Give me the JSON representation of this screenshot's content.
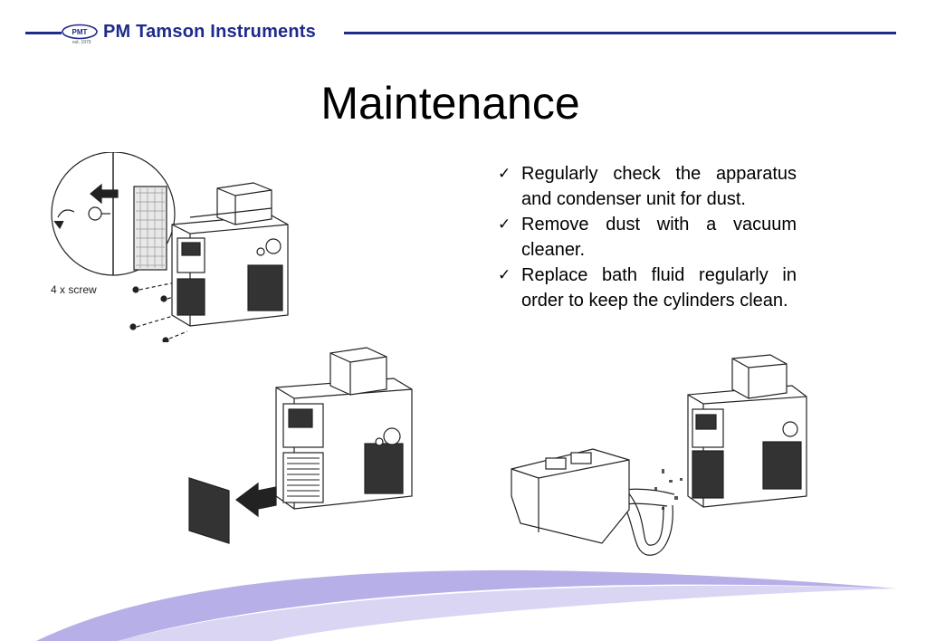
{
  "header": {
    "logo_badge_text": "PMT",
    "logo_badge_subtext": "est. 1979",
    "brand_name": "PM Tamson Instruments"
  },
  "slide": {
    "title": "Maintenance",
    "bullets": [
      "Regularly check the apparatus and condenser unit for dust.",
      "Remove dust with a vacuum cleaner.",
      "Replace bath fluid regularly in order to keep the cylinders clean."
    ],
    "check_glyph": "✓"
  },
  "figures": {
    "screw_label": "4 x screw"
  },
  "colors": {
    "brand": "#1f2a8c",
    "swoosh": "#b7b0e8"
  }
}
